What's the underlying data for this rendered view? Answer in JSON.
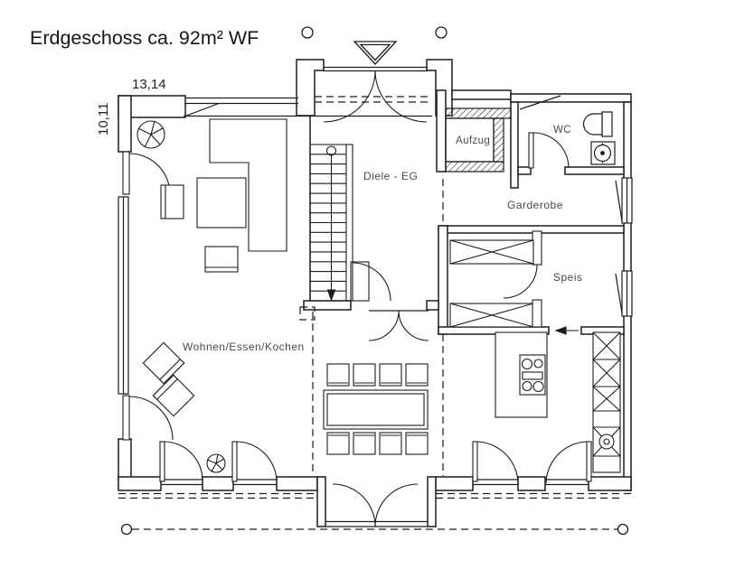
{
  "title": "Erdgeschoss ca. 92m² WF",
  "dimensions": {
    "width_label": "13,14",
    "height_label": "10,11"
  },
  "rooms": {
    "hall": "Diele - EG",
    "elevator": "Aufzug",
    "wc": "WC",
    "wardrobe": "Garderobe",
    "pantry": "Speis",
    "living": "Wohnen/Essen/Kochen"
  },
  "colors": {
    "line": "#1c1c1c",
    "label": "#4a4a4a",
    "background": "#ffffff"
  }
}
